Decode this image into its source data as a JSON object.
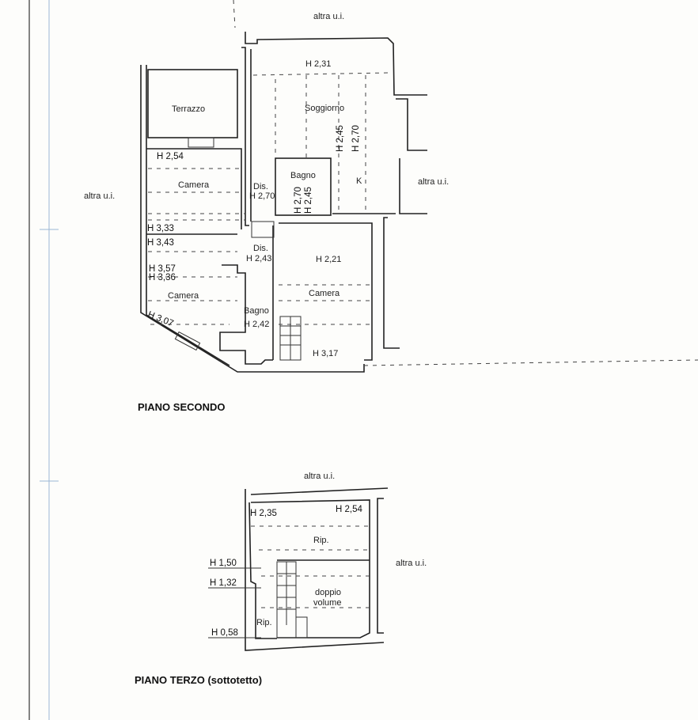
{
  "neighbors": {
    "top": "altra u.i.",
    "left": "altra u.i.",
    "right": "altra u.i.",
    "t_top": "altra u.i.",
    "t_right": "altra u.i."
  },
  "piano_secondo": {
    "title": "PIANO SECONDO",
    "rooms": {
      "soggiorno": "Soggiorno",
      "terrazzo": "Terrazzo",
      "camera1": "Camera",
      "camera2": "Camera",
      "camera3": "Camera",
      "bagno1": "Bagno",
      "bagno2": "Bagno",
      "dis1": "Dis.",
      "dis2": "Dis.",
      "kitchen": "K"
    },
    "heights": {
      "h231": "H 2,31",
      "h245a": "H 2,45",
      "h270a": "H 2,70",
      "h254": "H 2,54",
      "h270b": "H 2,70",
      "h270c": "H 2,70",
      "h245b": "H 2,45",
      "h333": "H 3,33",
      "h343": "H 3,43",
      "h243": "H 2,43",
      "h221": "H 2,21",
      "h357": "H 3,57",
      "h336": "H 3,36",
      "h242": "H 2,42",
      "h307": "H 3,07",
      "h317": "H 3,17"
    }
  },
  "piano_terzo": {
    "title": "PIANO TERZO (sottotetto)",
    "rooms": {
      "rip1": "Rip.",
      "rip2": "Rip.",
      "doppio1": "doppio",
      "doppio2": "volume"
    },
    "heights": {
      "h235": "H 2,35",
      "h254": "H 2,54",
      "h150": "H 1,50",
      "h132": "H 1,32",
      "h058": "H 0,58"
    }
  }
}
